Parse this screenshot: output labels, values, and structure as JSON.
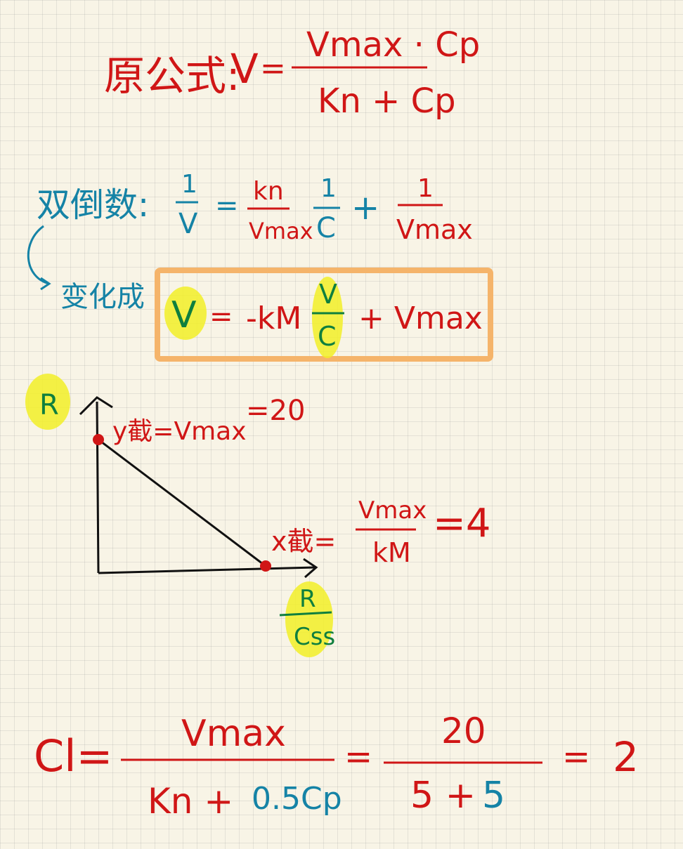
{
  "formula_original": {
    "label": "原公式:",
    "lhs": "V",
    "eq": "=",
    "numerator": "Vmax · Cp",
    "denominator": "Kn + Cp"
  },
  "double_reciprocal": {
    "label": "双倒数:",
    "lhs_num": "1",
    "lhs_den": "V",
    "eq": "=",
    "coef_num": "kn",
    "coef_den": "Vmax",
    "frac_num": "1",
    "frac_den": "C",
    "plus": "+",
    "last_num": "1",
    "last_den": "Vmax"
  },
  "transform_label": "变化成",
  "boxed_formula": {
    "lhs": "V",
    "eq": "=",
    "coef": "-kM",
    "frac_num": "V",
    "frac_den": "C",
    "rest": "+ Vmax"
  },
  "graph": {
    "y_axis_label": "R",
    "x_axis_num": "R",
    "x_axis_den": "Css",
    "y_intercept_text": "y截=Vmax",
    "y_intercept_value": "=20",
    "x_intercept_label": "x截=",
    "x_intercept_num": "Vmax",
    "x_intercept_den": "kM",
    "x_intercept_value": "=4"
  },
  "clearance": {
    "lhs": "Cl=",
    "frac1_num": "Vmax",
    "frac1_den_a": "Kn +",
    "frac1_den_b": "0.5Cp",
    "eq1": "=",
    "frac2_num": "20",
    "frac2_den_a": "5 +",
    "frac2_den_b": "5",
    "eq2": "=",
    "result": "2"
  },
  "colors": {
    "red": "#d01616",
    "blue": "#1583a6",
    "green": "#0f7f3e",
    "highlight": "#f2ee27",
    "box": "#f5b46a",
    "paper": "#f8f4e6"
  }
}
